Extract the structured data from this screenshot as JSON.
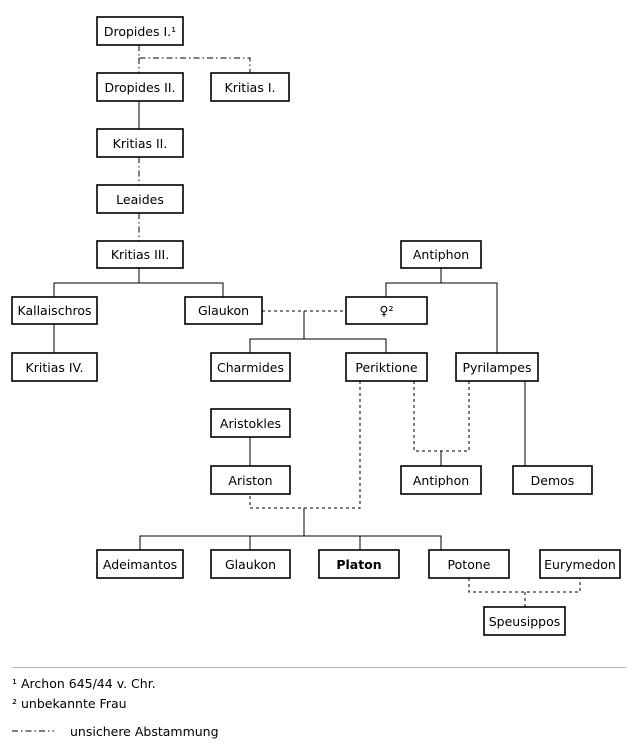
{
  "nodes": {
    "dropides1": "Dropides I.¹",
    "dropides2": "Dropides II.",
    "kritias1": "Kritias I.",
    "kritias2": "Kritias II.",
    "leaides": "Leaides",
    "kritias3": "Kritias III.",
    "antiphon_top": "Antiphon",
    "kallaischros": "Kallaischros",
    "glaukon_top": "Glaukon",
    "unknown_woman": "♀²",
    "kritias4": "Kritias IV.",
    "charmides": "Charmides",
    "periktione": "Periktione",
    "pyrilampes": "Pyrilampes",
    "aristokles": "Aristokles",
    "ariston": "Ariston",
    "antiphon_bottom": "Antiphon",
    "demos": "Demos",
    "adeimantos": "Adeimantos",
    "glaukon_bottom": "Glaukon",
    "platon": "Platon",
    "potone": "Potone",
    "eurymedon": "Eurymedon",
    "speusippos": "Speusippos"
  },
  "footnotes": {
    "note1": "¹ Archon 645/44 v. Chr.",
    "note2": "² unbekannte Frau"
  },
  "legend": {
    "uncertain_label": "unsichere Abstammung"
  }
}
